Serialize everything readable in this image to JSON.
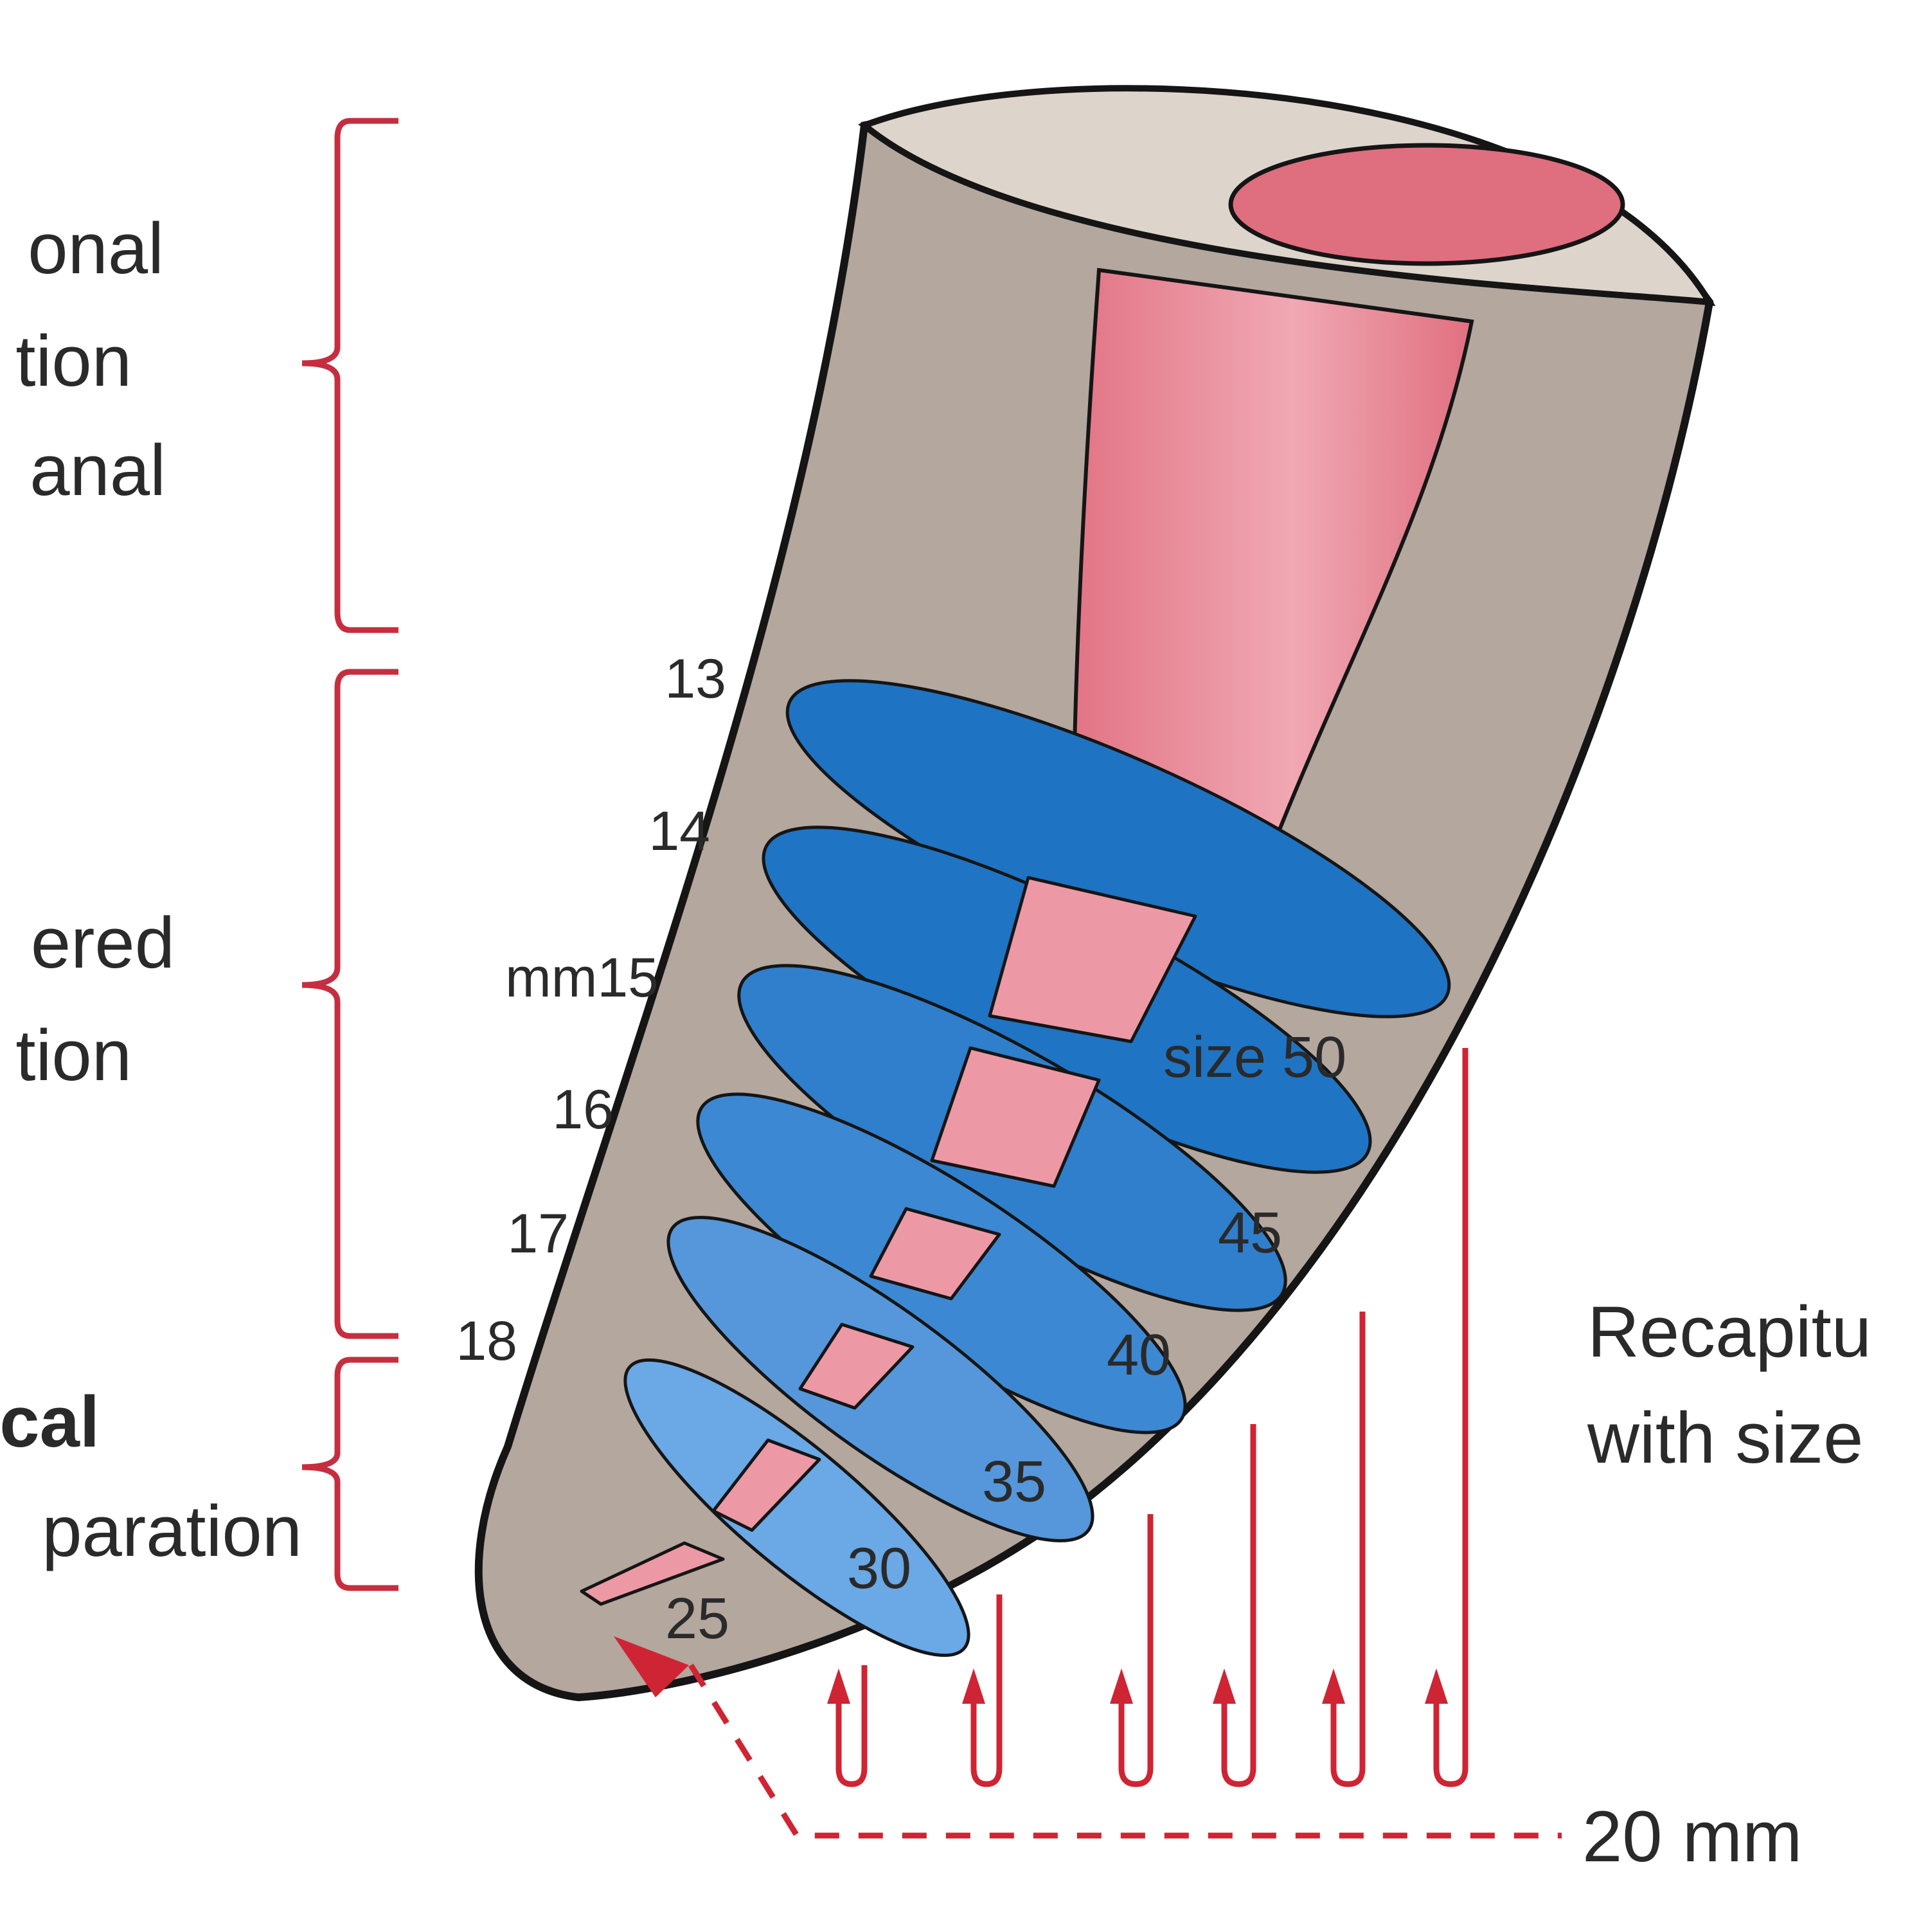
{
  "left_labels": [
    {
      "lines": [
        "onal",
        "tion",
        "anal"
      ]
    },
    {
      "lines": [
        "ered",
        "tion"
      ]
    },
    {
      "lines": [
        "cal",
        "paration"
      ]
    }
  ],
  "depth_marks": [
    "13",
    "14",
    "mm15",
    "16",
    "17",
    "18"
  ],
  "size_labels": [
    "25",
    "30",
    "35",
    "40",
    "45",
    "size 50"
  ],
  "recap_text": [
    "Recapitu",
    "with size"
  ],
  "length_text": "20 mm",
  "colors": {
    "root": "#b3a79e",
    "root_top": "#ddd5cb",
    "canal": "#e0707f",
    "canal_shaded": "#ec9aa6",
    "disc": "#1f74c4",
    "disc_light": "#6aa8e6",
    "red": "#cf2433",
    "bracket": "#c62e40",
    "outline": "#151515"
  }
}
